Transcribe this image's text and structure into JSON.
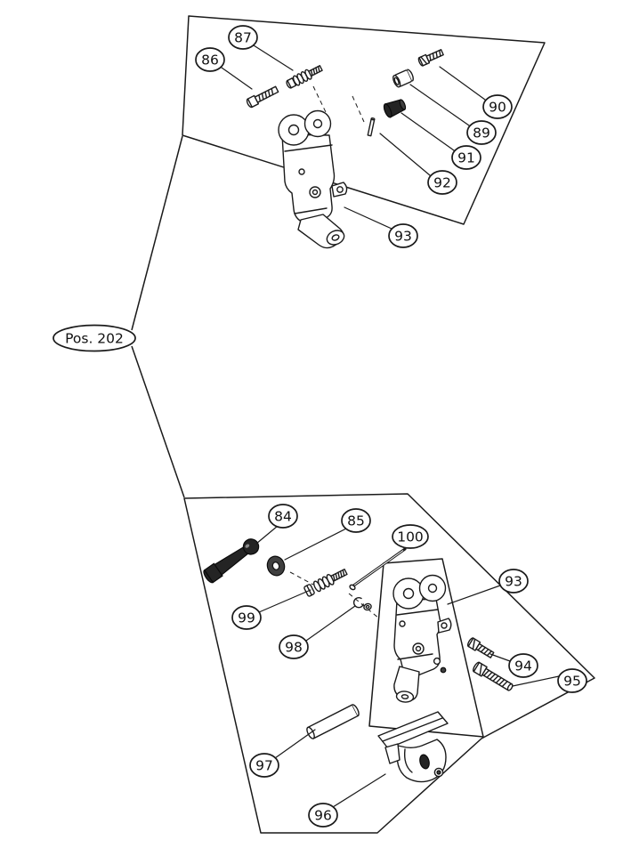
{
  "figure": {
    "position_label": "Pos. 202",
    "top_callouts": [
      {
        "label": "87"
      },
      {
        "label": "86"
      },
      {
        "label": "90"
      },
      {
        "label": "89"
      },
      {
        "label": "91"
      },
      {
        "label": "92"
      },
      {
        "label": "93"
      }
    ],
    "bottom_callouts": [
      {
        "label": "84"
      },
      {
        "label": "85"
      },
      {
        "label": "100"
      },
      {
        "label": "93"
      },
      {
        "label": "99"
      },
      {
        "label": "98"
      },
      {
        "label": "94"
      },
      {
        "label": "95"
      },
      {
        "label": "97"
      },
      {
        "label": "96"
      }
    ],
    "colors": {
      "line": "#1a1a1a",
      "background": "#ffffff"
    }
  }
}
